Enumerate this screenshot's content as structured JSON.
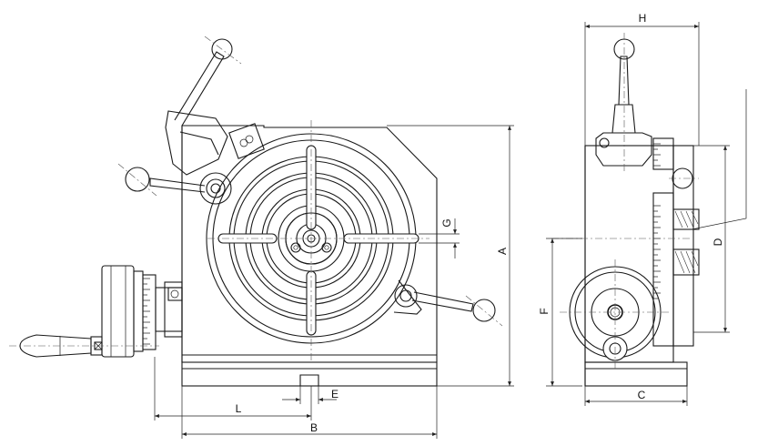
{
  "dimensions": {
    "A": "A",
    "B": "B",
    "C": "C",
    "D": "D",
    "E": "E",
    "F": "F",
    "G": "G",
    "H": "H",
    "L": "L"
  }
}
